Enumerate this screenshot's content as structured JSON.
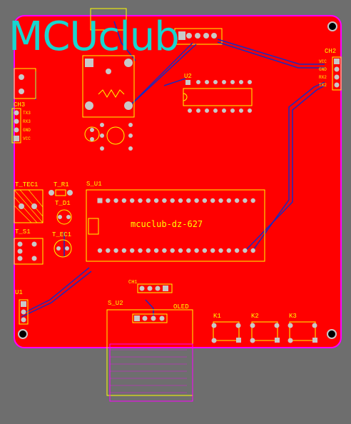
{
  "brand": "MCUclub",
  "chip_label": "mcuclub-dz-627",
  "refs": {
    "ch2": "CH2",
    "ch3": "CH3",
    "u2": "U2",
    "t_tec1": "T_TEC1",
    "t_r1": "T_R1",
    "t_d1": "T_D1",
    "t_s1": "T_S1",
    "t_ec1": "T_EC1",
    "s_u1": "S_U1",
    "u1": "U1",
    "s_u2": "S_U2",
    "oled": "OLED",
    "k1": "K1",
    "k2": "K2",
    "k3": "K3",
    "ch1": "CH1"
  },
  "ch2_pins": [
    "VCC",
    "GND",
    "RX2",
    "TX2"
  ],
  "ch3_pins": [
    "TX3",
    "RX3",
    "GND",
    "VCC"
  ],
  "colors": {
    "board": "#ff0000",
    "outline": "#ff00ff",
    "silk": "#ffff00",
    "trace": "#1a2bbf",
    "pad": "#c8c8c8",
    "brand": "#18d6d0"
  }
}
